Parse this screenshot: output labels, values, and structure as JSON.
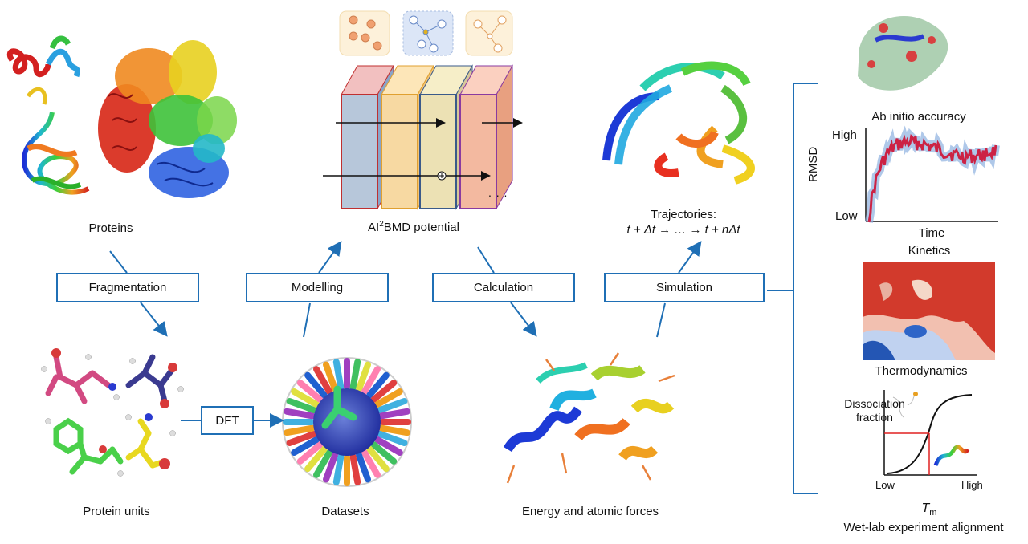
{
  "labels": {
    "proteins": "Proteins",
    "protein_units": "Protein units",
    "datasets": "Datasets",
    "energy_forces": "Energy and atomic forces",
    "potential_prefix": "AI",
    "potential_sup": "2",
    "potential_suffix": "BMD potential",
    "trajectories_line1": "Trajectories:",
    "trajectories_line2": "t + Δt → … → t + nΔt"
  },
  "steps": {
    "fragmentation": "Fragmentation",
    "modelling": "Modelling",
    "calculation": "Calculation",
    "simulation": "Simulation",
    "dft": "DFT"
  },
  "outputs": {
    "ab_initio": "Ab initio accuracy",
    "rmsd_ylabel": "RMSD",
    "rmsd_high": "High",
    "rmsd_low": "Low",
    "rmsd_xlabel": "Time",
    "kinetics": "Kinetics",
    "thermodynamics": "Thermodynamics",
    "dissociation_line1": "Dissociation",
    "dissociation_line2": "fraction",
    "tm_low": "Low",
    "tm_high": "High",
    "tm_symbol": "T",
    "tm_sub": "m",
    "wetlab": "Wet-lab experiment alignment"
  },
  "network": {
    "ellipsis": ". . ."
  },
  "colors": {
    "arrow_blue": "#1f6fb5",
    "rmsd_red": "#cc2244",
    "rmsd_blue": "#8db1e0",
    "heat_red": "#d23a2c",
    "heat_blue": "#2456b4"
  }
}
